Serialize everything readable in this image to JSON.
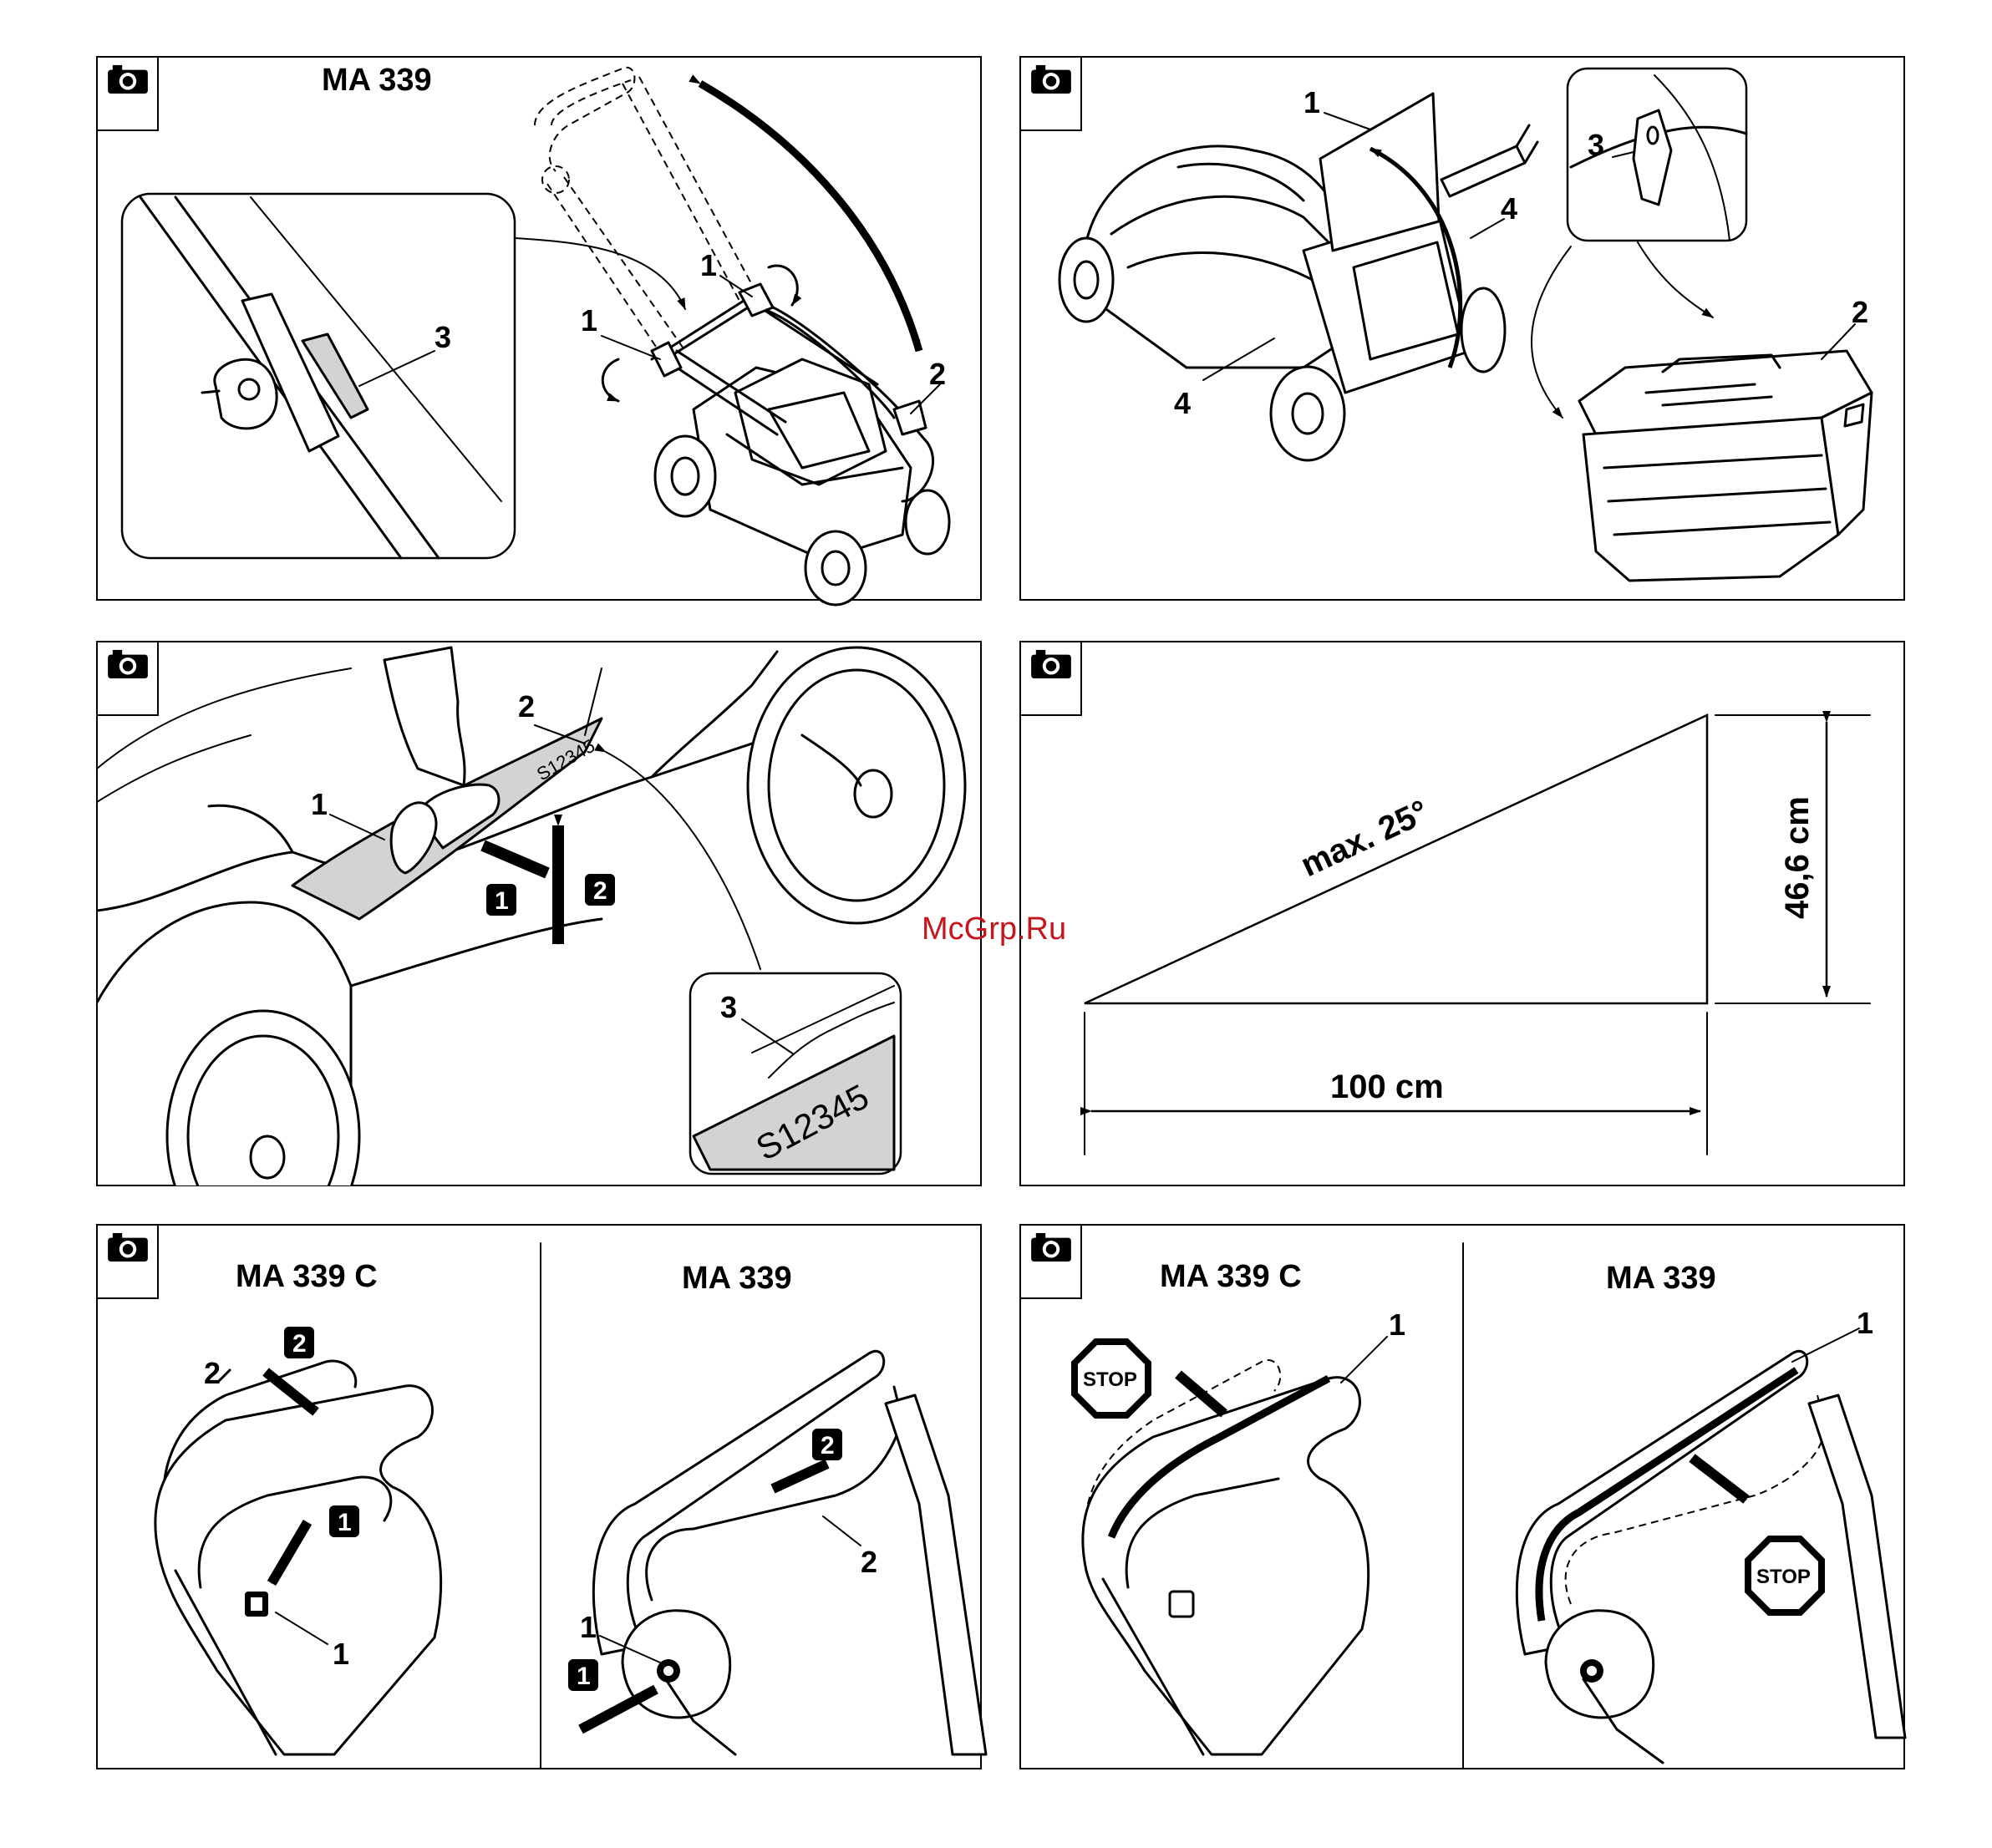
{
  "panels": [
    {
      "id": "p1",
      "title": "MA 339",
      "callouts": [
        "1",
        "1",
        "2",
        "3"
      ]
    },
    {
      "id": "p2",
      "title": "",
      "callouts": [
        "1",
        "2",
        "3",
        "4",
        "4"
      ]
    },
    {
      "id": "p3",
      "title": "",
      "callouts": [
        "1",
        "2",
        "3"
      ],
      "badges": [
        "1",
        "2"
      ],
      "scale_digits": "S12345"
    },
    {
      "id": "p4",
      "title": "",
      "angle_label": "max. 25°",
      "height_label": "46,6 cm",
      "length_label": "100 cm"
    },
    {
      "id": "p5",
      "subtitles": [
        "MA 339 C",
        "MA 339"
      ],
      "callouts": [
        "1",
        "2",
        "1",
        "2"
      ],
      "badges": [
        "1",
        "2",
        "1",
        "2"
      ]
    },
    {
      "id": "p6",
      "subtitles": [
        "MA 339 C",
        "MA 339"
      ],
      "callouts": [
        "1",
        "1"
      ],
      "stop_labels": [
        "STOP",
        "STOP"
      ]
    }
  ],
  "watermark": "McGrp.Ru",
  "icons": [
    "camera-icon",
    "arrow-icon",
    "stop-sign-icon"
  ]
}
